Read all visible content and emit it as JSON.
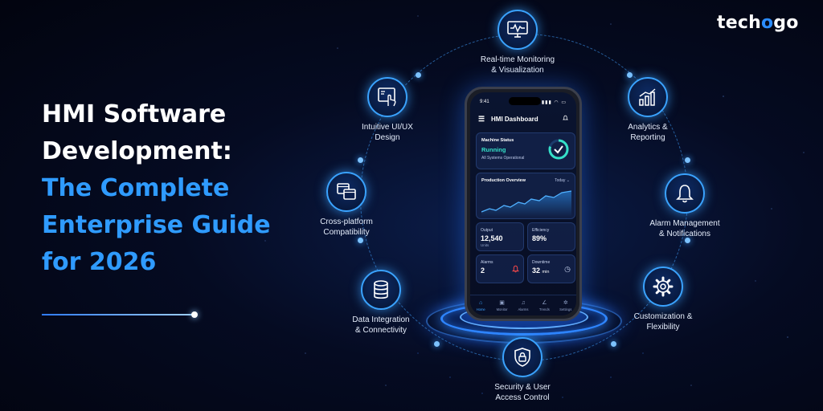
{
  "brand": {
    "logo_prefix": "tech",
    "logo_accent": "o",
    "logo_suffix": "go"
  },
  "headline": {
    "line1": "HMI Software",
    "line2": "Development:",
    "line3": "The Complete",
    "line4": "Enterprise Guide",
    "line5": "for 2026"
  },
  "features": [
    {
      "line1": "Real-time Monitoring",
      "line2": "& Visualization",
      "icon": "monitor-pulse-icon"
    },
    {
      "line1": "Analytics &",
      "line2": "Reporting",
      "icon": "bar-chart-icon"
    },
    {
      "line1": "Alarm Management",
      "line2": "& Notifications",
      "icon": "bell-icon"
    },
    {
      "line1": "Customization &",
      "line2": "Flexibility",
      "icon": "gear-icon"
    },
    {
      "line1": "Security & User",
      "line2": "Access Control",
      "icon": "shield-lock-icon"
    },
    {
      "line1": "Data Integration",
      "line2": "& Connectivity",
      "icon": "database-icon"
    },
    {
      "line1": "Cross-platform",
      "line2": "Compatibility",
      "icon": "windows-icon"
    },
    {
      "line1": "Intuitive UI/UX",
      "line2": "Design",
      "icon": "touch-screen-icon"
    }
  ],
  "phone": {
    "time": "9:41",
    "signal": "▮▮▮ ◠ ▭",
    "app_title": "HMI Dashboard",
    "menu_icon": "☰",
    "bell_icon": "🔔",
    "status_card": {
      "title": "Machine Status",
      "value": "Running",
      "sub": "All Systems Operational"
    },
    "production_card": {
      "title": "Production Overview",
      "range": "Today ⌄"
    },
    "metrics": [
      {
        "label": "Output",
        "value": "12,540",
        "unit": "Units",
        "icon": ""
      },
      {
        "label": "Efficiency",
        "value": "89%",
        "unit": "",
        "icon": ""
      },
      {
        "label": "Alarms",
        "value": "2",
        "unit": "",
        "icon": "🔔"
      },
      {
        "label": "Downtime",
        "value": "32",
        "value_unit": "min",
        "unit": "",
        "icon": "◷"
      }
    ],
    "nav": [
      {
        "label": "Home",
        "glyph": "⌂",
        "active": true
      },
      {
        "label": "Monitor",
        "glyph": "▣",
        "active": false
      },
      {
        "label": "Alarms",
        "glyph": "♫",
        "active": false
      },
      {
        "label": "Trends",
        "glyph": "∠",
        "active": false
      },
      {
        "label": "Settings",
        "glyph": "✲",
        "active": false
      }
    ]
  },
  "colors": {
    "accent": "#2f9bff",
    "running": "#35e0c8",
    "alarm": "#ff4a4a"
  }
}
